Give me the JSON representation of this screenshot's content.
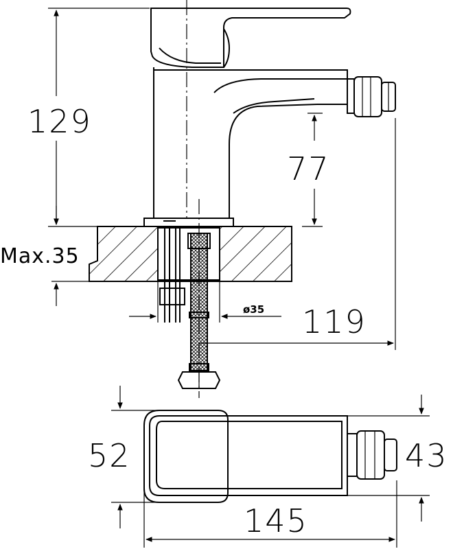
{
  "dimensions": {
    "total_height": "129",
    "spout_height": "77",
    "max_thickness": "Max.35",
    "hole_diameter": "ø35",
    "projection": "119",
    "base_width": "52",
    "handle_width": "43",
    "total_length": "145"
  }
}
